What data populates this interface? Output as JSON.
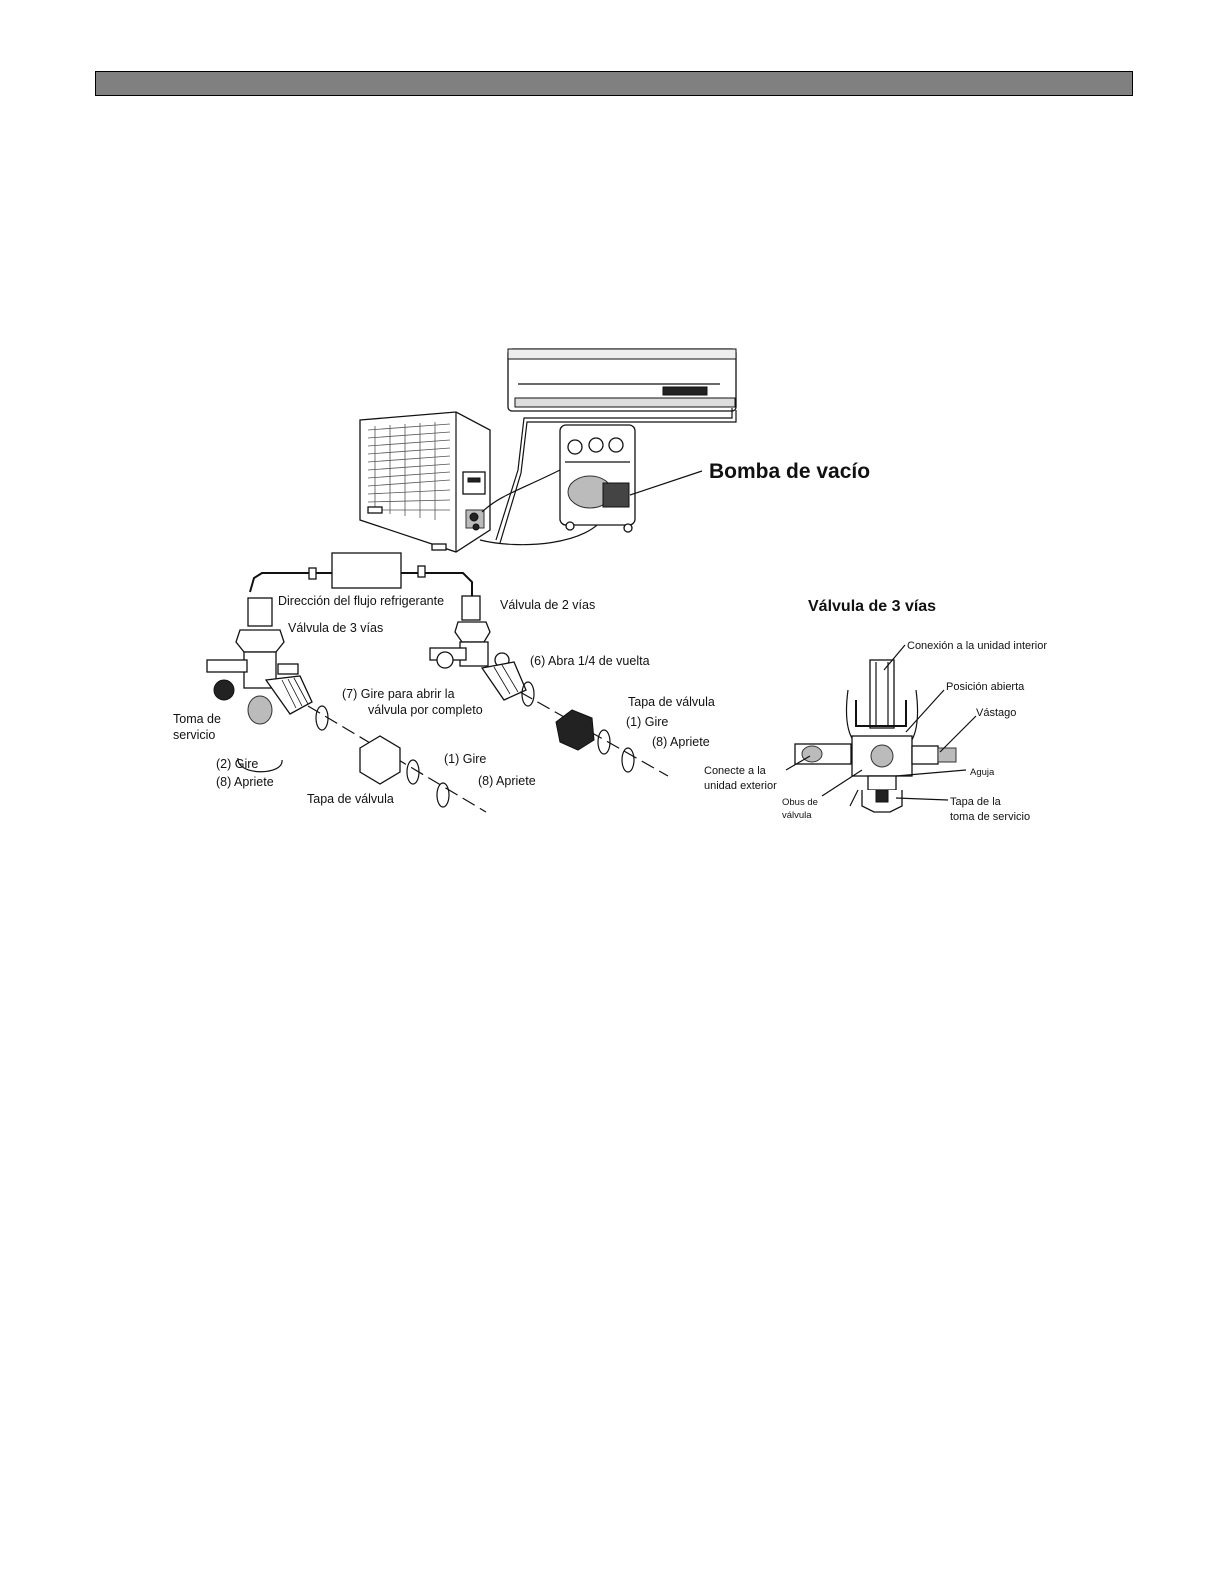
{
  "labels": {
    "bomba_vacio": "Bomba de vacío",
    "valvula_3_vias_title": "Válvula de 3 vías",
    "direccion_flujo": "Dirección del flujo refrigerante",
    "valvula_2_vias": "Válvula de 2 vías",
    "valvula_3_vias": "Válvula de 3 vías",
    "abra_cuarto": "(6) Abra 1/4 de vuelta",
    "tapa_valvula_right": "Tapa de válvula",
    "gire_right": "(1) Gire",
    "apriete_right": "(8) Apriete",
    "gire_abrir_1": "(7) Gire para abrir la",
    "gire_abrir_2": "válvula por completo",
    "toma_1": "Toma de",
    "toma_2": "servicio",
    "gire_2": "(2) Gire",
    "apriete_left": "(8) Apriete",
    "tapa_valvula_left": "Tapa de válvula",
    "gire_left": "(1) Gire",
    "apriete_mid": "(8) Apriete"
  },
  "detail": {
    "conexion_interior": "Conexión a la unidad interior",
    "posicion_abierta": "Posición abierta",
    "vastago": "Vástago",
    "conecte_1": "Conecte a la",
    "conecte_2": "unidad exterior",
    "aguja": "Aguja",
    "obus_1": "Obus de",
    "obus_2": "válvula",
    "tapa_toma_1": "Tapa de la",
    "tapa_toma_2": "toma de servicio"
  },
  "colors": {
    "header_bar": "#808080"
  },
  "icons": [
    "indoor-unit-icon",
    "outdoor-unit-icon",
    "vacuum-pump-icon",
    "valve-icon",
    "rotate-arrow-icon"
  ]
}
